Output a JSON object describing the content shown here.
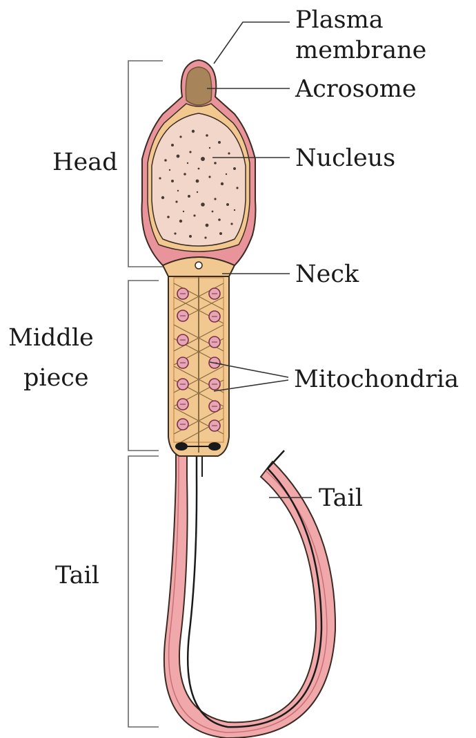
{
  "diagram": {
    "labels": {
      "plasma_membrane_line1": "Plasma",
      "plasma_membrane_line2": "membrane",
      "acrosome": "Acrosome",
      "nucleus": "Nucleus",
      "neck": "Neck",
      "mitochondria": "Mitochondria",
      "tail_right": "Tail"
    },
    "regions": {
      "head": "Head",
      "middle_piece_line1": "Middle",
      "middle_piece_line2": "piece",
      "tail": "Tail"
    },
    "colors": {
      "membrane": "#e8949a",
      "acrosome": "#a8845a",
      "nucleus": "#f2d6c9",
      "middle_piece": "#f1c990",
      "mitochondria": "#e6a6b4",
      "tail": "#f0a8aa",
      "outline": "#3a2a22"
    }
  }
}
